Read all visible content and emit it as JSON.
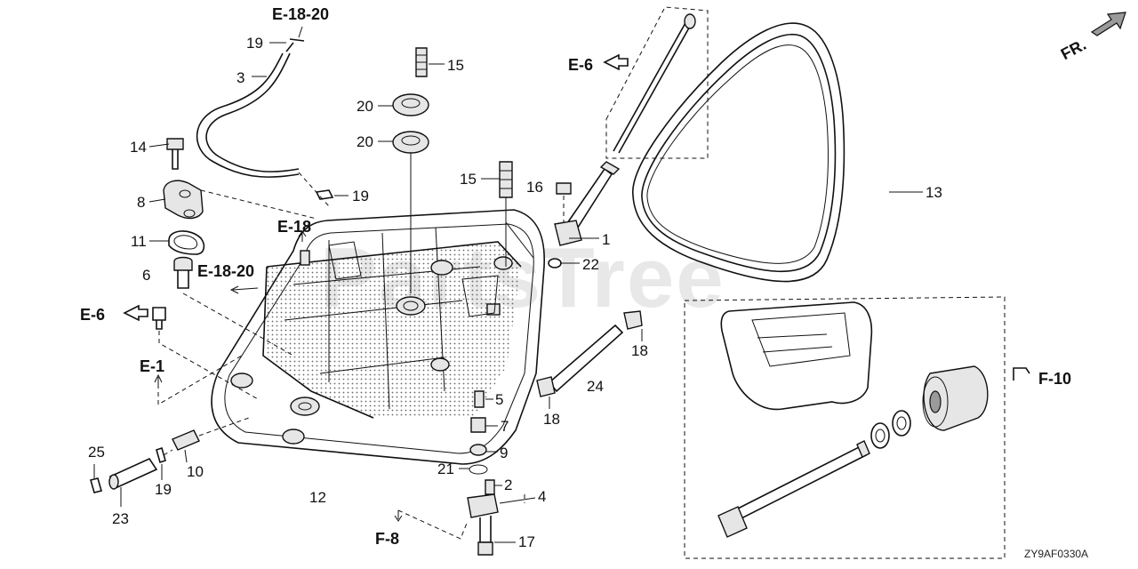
{
  "diagram": {
    "watermark": "PartsTree",
    "drawing_code": "ZY9AF0330A",
    "direction": "FR.",
    "part_numbers": {
      "p1": "1",
      "p2": "2",
      "p3": "3",
      "p4": "4",
      "p5": "5",
      "p6": "6",
      "p7": "7",
      "p8": "8",
      "p9": "9",
      "p10": "10",
      "p11": "11",
      "p12": "12",
      "p13": "13",
      "p14": "14",
      "p15a": "15",
      "p15b": "15",
      "p16": "16",
      "p17": "17",
      "p18a": "18",
      "p18b": "18",
      "p19a": "19",
      "p19b": "19",
      "p19c": "19",
      "p20a": "20",
      "p20b": "20",
      "p21": "21",
      "p22": "22",
      "p23": "23",
      "p24": "24",
      "p25": "25"
    },
    "references": {
      "e18_20_top": "E-18-20",
      "e18_20_mid": "E-18-20",
      "e18": "E-18",
      "e6_left": "E-6",
      "e6_top": "E-6",
      "e1": "E-1",
      "f8": "F-8",
      "f10": "F-10"
    }
  }
}
